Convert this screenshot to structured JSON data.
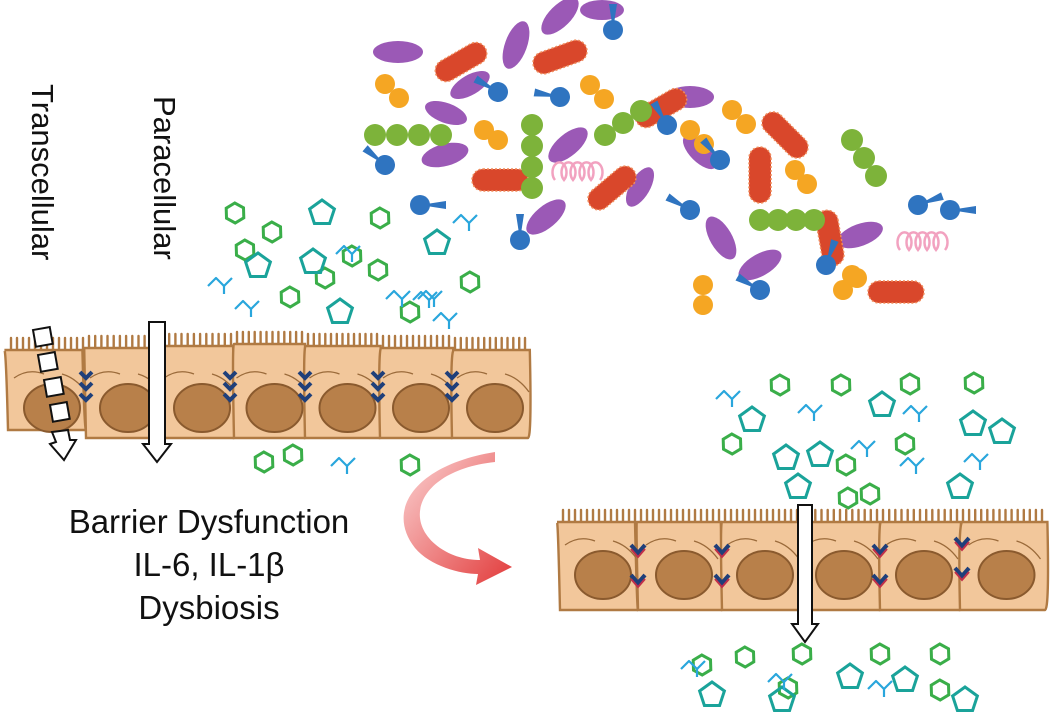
{
  "labels": {
    "transcellular": "Transcellular",
    "paracellular": "Paracellular"
  },
  "caption": {
    "line1": "Barrier Dysfunction",
    "line2": "IL-6, IL-1β",
    "line3": "Dysbiosis"
  },
  "colors": {
    "cell_fill": "#f2c79b",
    "cell_stroke": "#b07a43",
    "nucleus": "#b8804a",
    "tight_junction": "#1f3f7a",
    "leaky_junction": "#c0304a",
    "hexagon": "#3aae49",
    "pentagon": "#1aa39a",
    "branched": "#29a6dc",
    "bacteria_purple": "#9b59b6",
    "bacteria_red": "#d9472b",
    "bacteria_green": "#7db33a",
    "bacteria_orange": "#f5a623",
    "bacteria_blue": "#2f74c0",
    "spirochete": "#f2a2c0",
    "curved_arrow": "#e5565a"
  },
  "icons": [
    "hexagon-molecule-icon",
    "pentagon-molecule-icon",
    "branched-molecule-icon",
    "bacterium-icon",
    "arrow-down-icon",
    "curved-arrow-icon"
  ]
}
